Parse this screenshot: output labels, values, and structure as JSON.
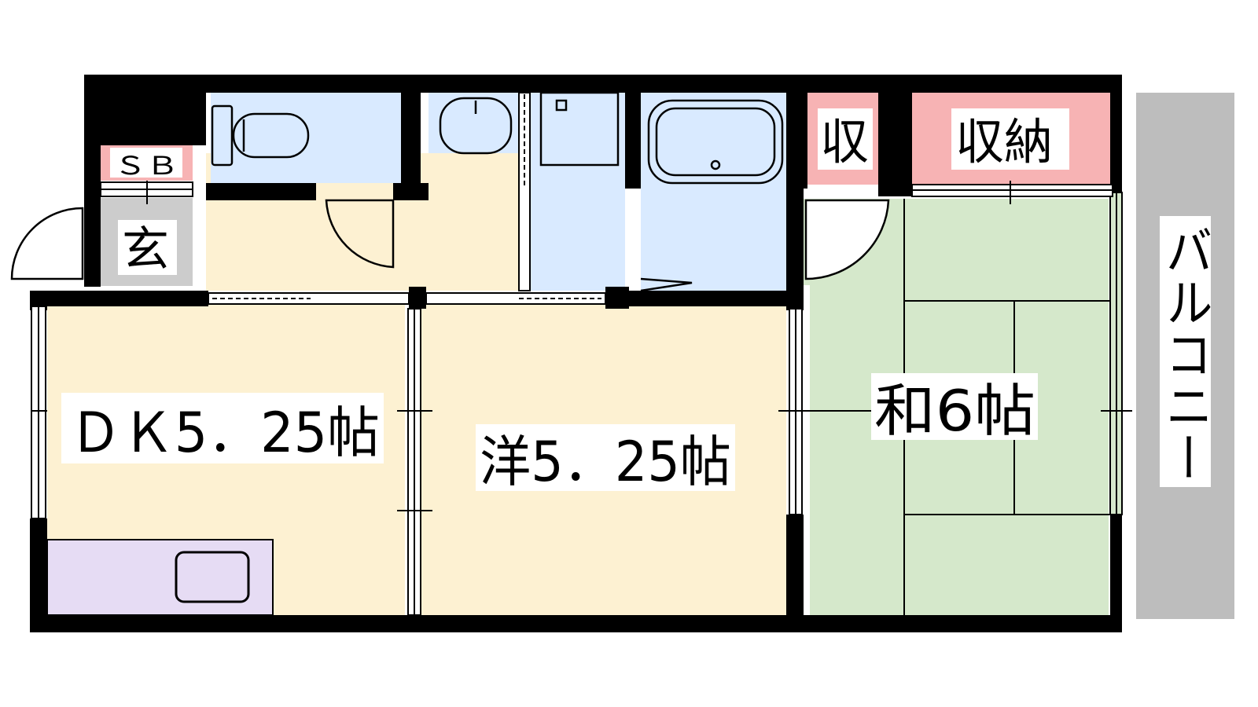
{
  "labels": {
    "dk": "ＤＫ5．25帖",
    "western": "洋5．25帖",
    "japanese": "和6帖",
    "storage_small": "収",
    "storage": "収納",
    "shoe_box": "ＳＢ",
    "entrance": "玄",
    "balcony": "バルコニー"
  },
  "colors": {
    "wall": "#000000",
    "living_floor": "#fdf1d2",
    "water_area": "#d9eaff",
    "tatami": "#d5e8cb",
    "storage": "#f7b3b4",
    "kitchen": "#e6dcf4",
    "entrance": "#cccccc",
    "balcony": "#bdbdbd"
  }
}
